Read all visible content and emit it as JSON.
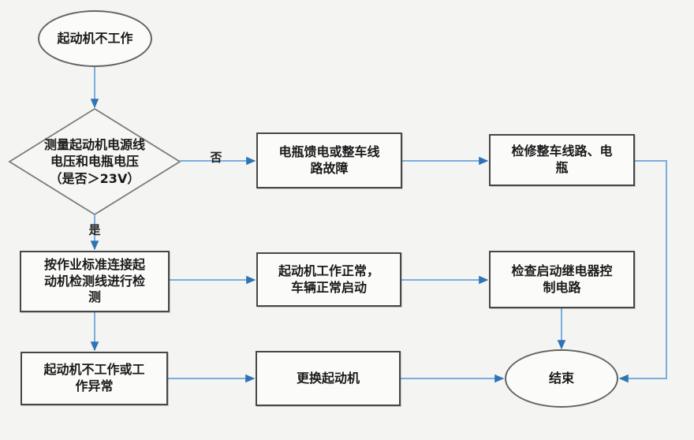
{
  "canvas": {
    "background": "#f4f4f2"
  },
  "colors": {
    "connector_line": "#79aede",
    "arrowhead": "#2e74b5",
    "process_border": "#474747",
    "terminator_border": "#636363",
    "diamond_border": "#7c7c7c",
    "text": "#1a1a1a"
  },
  "nodes": {
    "start": {
      "label": "起动机不工作"
    },
    "decision": {
      "label": "测量起动机电源线电压和电瓶电压（是否＞23V）"
    },
    "battery_fault": {
      "label": "电瓶馈电或整车线路故障"
    },
    "repair_circuit": {
      "label": "检修整车线路、电瓶"
    },
    "connect_test": {
      "label": "按作业标准连接起动机检测线进行检测"
    },
    "starter_ok": {
      "label": "起动机工作正常，车辆正常启动"
    },
    "check_relay": {
      "label": "检查启动继电器控制电路"
    },
    "starter_fail": {
      "label": "起动机不工作或工作异常"
    },
    "replace_starter": {
      "label": "更换起动机"
    },
    "end": {
      "label": "结束"
    }
  },
  "edge_labels": {
    "no": "否",
    "yes": "是"
  }
}
